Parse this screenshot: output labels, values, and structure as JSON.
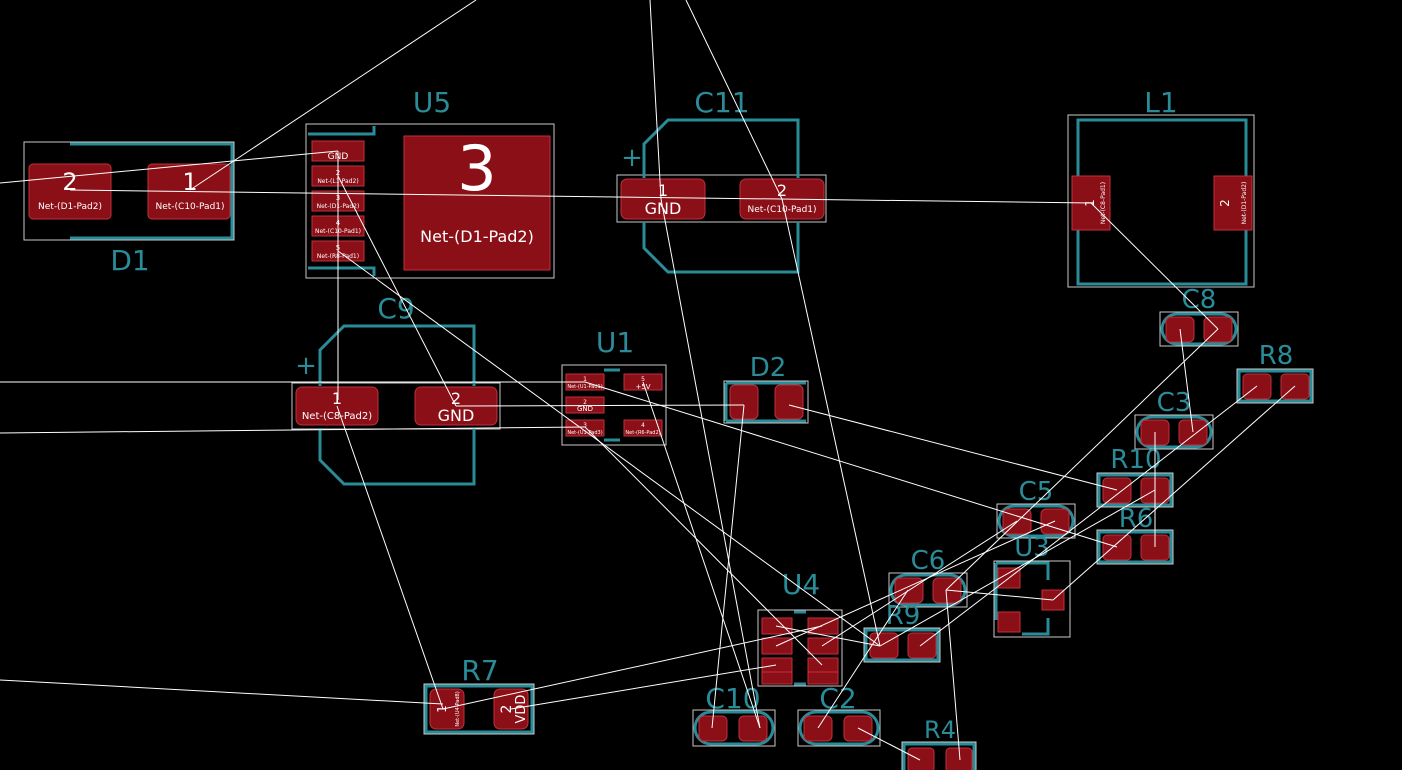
{
  "refs": {
    "d1": "D1",
    "u5": "U5",
    "c11": "C11",
    "l1": "L1",
    "c9": "C9",
    "u1": "U1",
    "d2": "D2",
    "c8": "C8",
    "r8": "R8",
    "c3": "C3",
    "r10": "R10",
    "c5": "C5",
    "r6": "R6",
    "u3": "U3",
    "c6": "C6",
    "u4": "U4",
    "r9": "R9",
    "r7": "R7",
    "c10": "C10",
    "c2": "C2",
    "r4": "R4"
  },
  "pads": {
    "d1_p2_num": "2",
    "d1_p2_net": "Net-(D1-Pad2)",
    "d1_p1_num": "1",
    "d1_p1_net": "Net-(C10-Pad1)",
    "u5_tab_num": "3",
    "u5_tab_net": "Net-(D1-Pad2)",
    "u5_p1_net": "GND",
    "u5_p2_num": "2",
    "u5_p2_net": "Net-(L1-Pad2)",
    "u5_p3_num": "3",
    "u5_p3_net": "Net-(D1-Pad2)",
    "u5_p4_num": "4",
    "u5_p4_net": "Net-(C10-Pad1)",
    "u5_p5_num": "5",
    "u5_p5_net": "Net-(R8-Pad1)",
    "c11_plus": "+",
    "c11_p1_num": "1",
    "c11_p1_net": "GND",
    "c11_p2_num": "2",
    "c11_p2_net": "Net-(C10-Pad1)",
    "l1_p1_num": "1",
    "l1_p1_net": "Net-(C8-Pad1)",
    "l1_p2_num": "2",
    "l1_p2_net": "Net-(D1-Pad2)",
    "c9_plus": "+",
    "c9_p1_num": "1",
    "c9_p1_net": "Net-(C8-Pad2)",
    "c9_p2_num": "2",
    "c9_p2_net": "GND",
    "u1_p1_num": "1",
    "u1_p1_net": "Net-(U1-Pad1)",
    "u1_p2_num": "2",
    "u1_p2_net": "GND",
    "u1_p3_num": "3",
    "u1_p3_net": "Net-(U1-Pad3)",
    "u1_p5_num": "5",
    "u1_p5_net": "+5V",
    "u1_p4_num": "4",
    "u1_p4_net": "Net-(R6-Pad2)",
    "r7_p1_num": "1",
    "r7_p1_net": "Net-(U4-Pad8)",
    "r7_p2_num": "2",
    "r7_p2_net": "VDD"
  },
  "colors": {
    "background": "#000000",
    "silkscreen": "#2a8c99",
    "pad": "#8a0f17",
    "courtyard": "#c8c8c8",
    "ratsnest": "#ffffff"
  }
}
